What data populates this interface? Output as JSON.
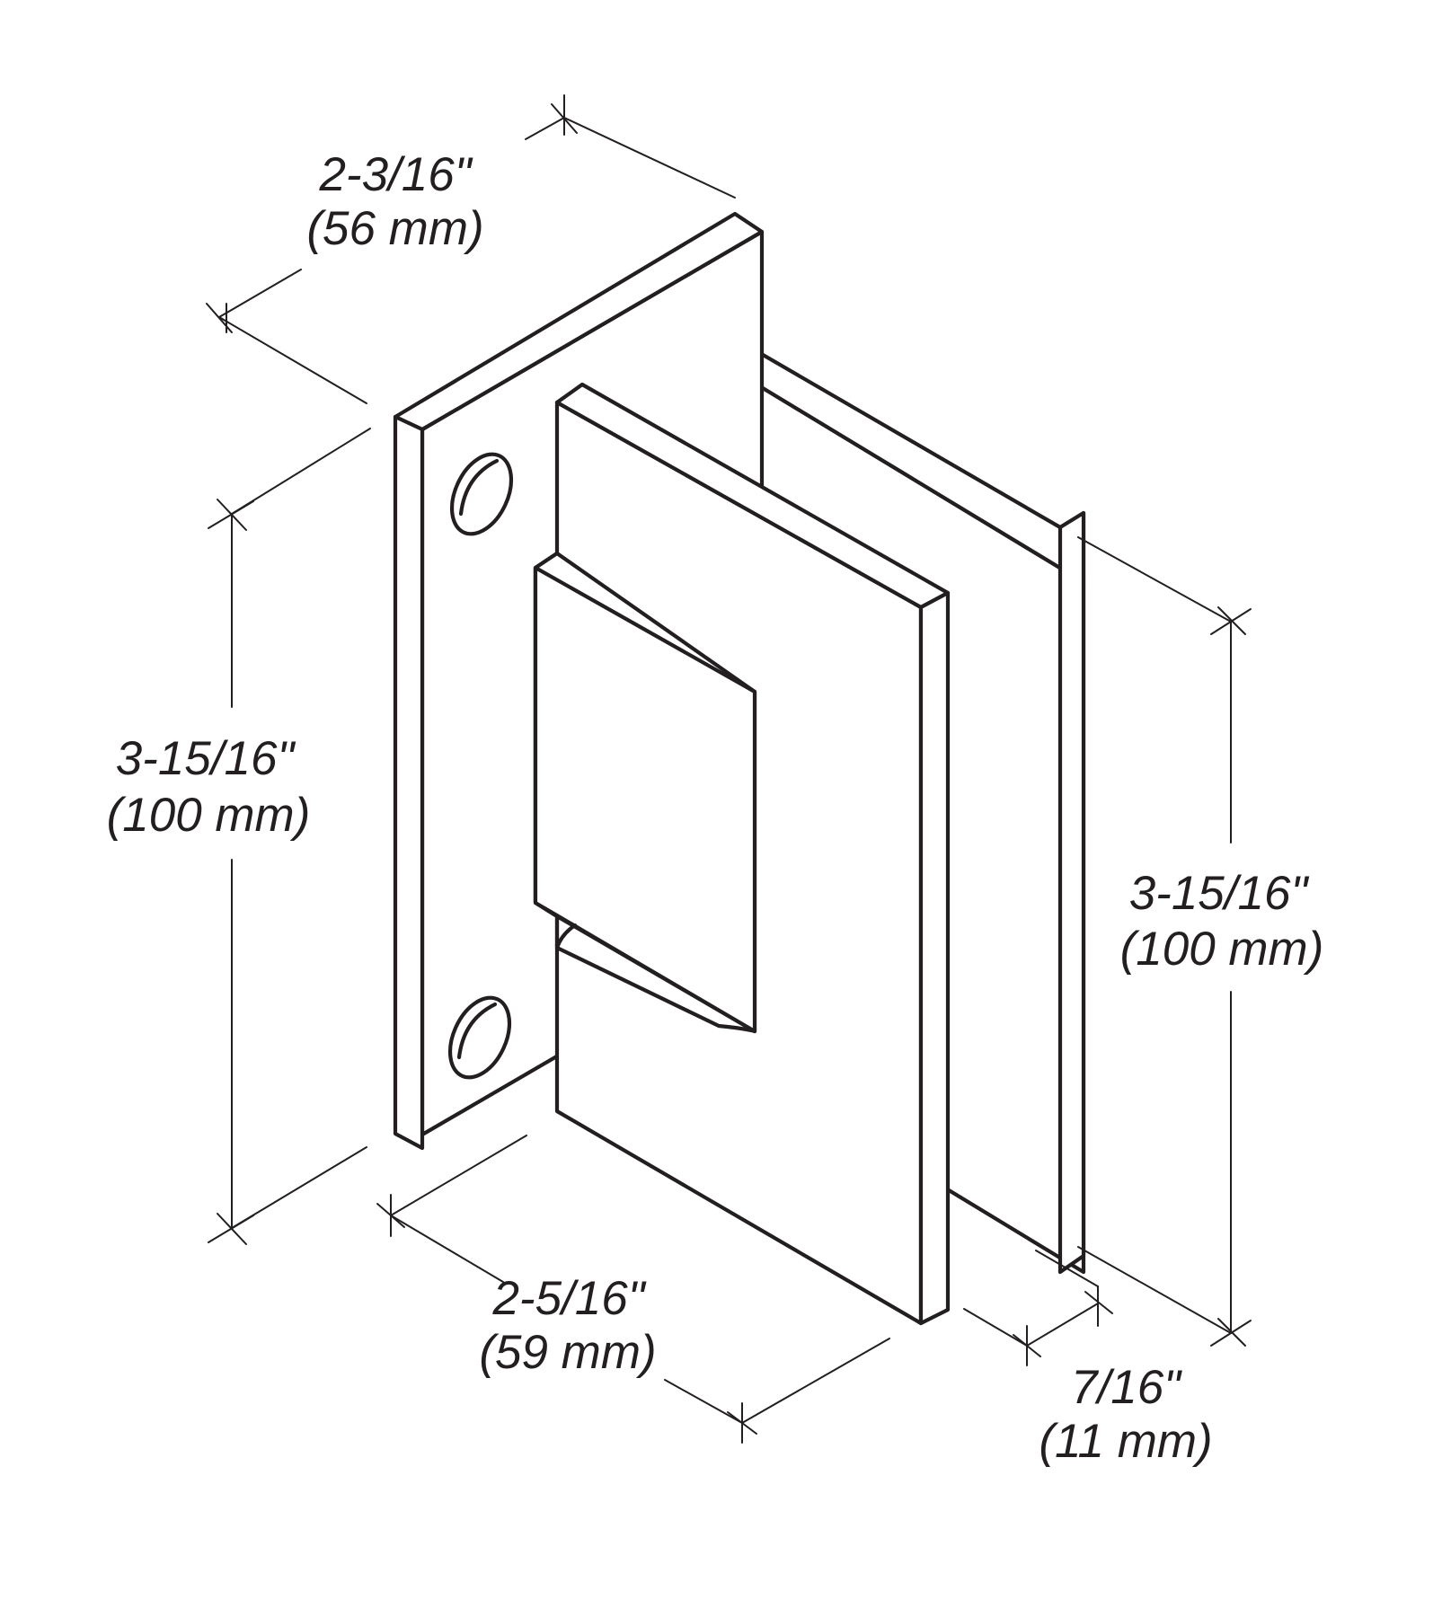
{
  "dimensions": {
    "top_width": {
      "imperial": "2-3/16\"",
      "metric": "(56 mm)"
    },
    "left_height": {
      "imperial": "3-15/16\"",
      "metric": "(100 mm)"
    },
    "right_height": {
      "imperial": "3-15/16\"",
      "metric": "(100 mm)"
    },
    "bottom_width": {
      "imperial": "2-5/16\"",
      "metric": "(59 mm)"
    },
    "glass_gap": {
      "imperial": "7/16\"",
      "metric": "(11 mm)"
    }
  },
  "colors": {
    "line": "#231f20",
    "background": "#ffffff"
  }
}
